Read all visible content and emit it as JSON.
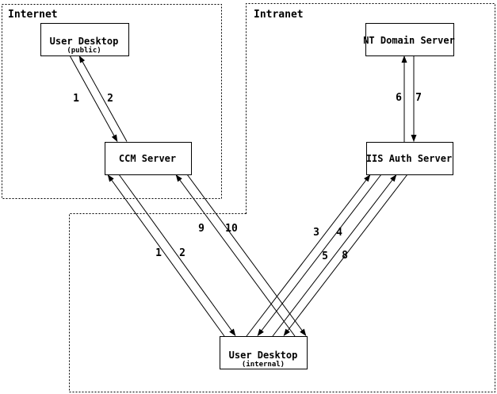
{
  "diagram": {
    "colors": {
      "line": "#000000",
      "background": "#ffffff"
    },
    "zones": [
      {
        "id": "internet",
        "label": "Internet"
      },
      {
        "id": "intranet",
        "label": "Intranet"
      }
    ],
    "nodes": [
      {
        "id": "user-desktop-public",
        "label": "User Desktop",
        "sublabel": "(public)"
      },
      {
        "id": "ccm-server",
        "label": "CCM Server"
      },
      {
        "id": "nt-domain-server",
        "label": "NT Domain Server"
      },
      {
        "id": "iis-auth-server",
        "label": "IIS Auth Server"
      },
      {
        "id": "user-desktop-internal",
        "label": "User Desktop",
        "sublabel": "(internal)"
      }
    ],
    "connections": [
      {
        "from": "user-desktop-public",
        "to": "ccm-server",
        "step": "1"
      },
      {
        "from": "ccm-server",
        "to": "user-desktop-public",
        "step": "2"
      },
      {
        "from": "user-desktop-internal",
        "to": "ccm-server",
        "step": "1"
      },
      {
        "from": "ccm-server",
        "to": "user-desktop-internal",
        "step": "2"
      },
      {
        "from": "user-desktop-internal",
        "to": "iis-auth-server",
        "step": "3"
      },
      {
        "from": "iis-auth-server",
        "to": "user-desktop-internal",
        "step": "4"
      },
      {
        "from": "user-desktop-internal",
        "to": "iis-auth-server",
        "step": "5"
      },
      {
        "from": "iis-auth-server",
        "to": "nt-domain-server",
        "step": "6"
      },
      {
        "from": "nt-domain-server",
        "to": "iis-auth-server",
        "step": "7"
      },
      {
        "from": "iis-auth-server",
        "to": "user-desktop-internal",
        "step": "8"
      },
      {
        "from": "user-desktop-internal",
        "to": "ccm-server",
        "step": "9"
      },
      {
        "from": "ccm-server",
        "to": "user-desktop-internal",
        "step": "10"
      }
    ]
  }
}
